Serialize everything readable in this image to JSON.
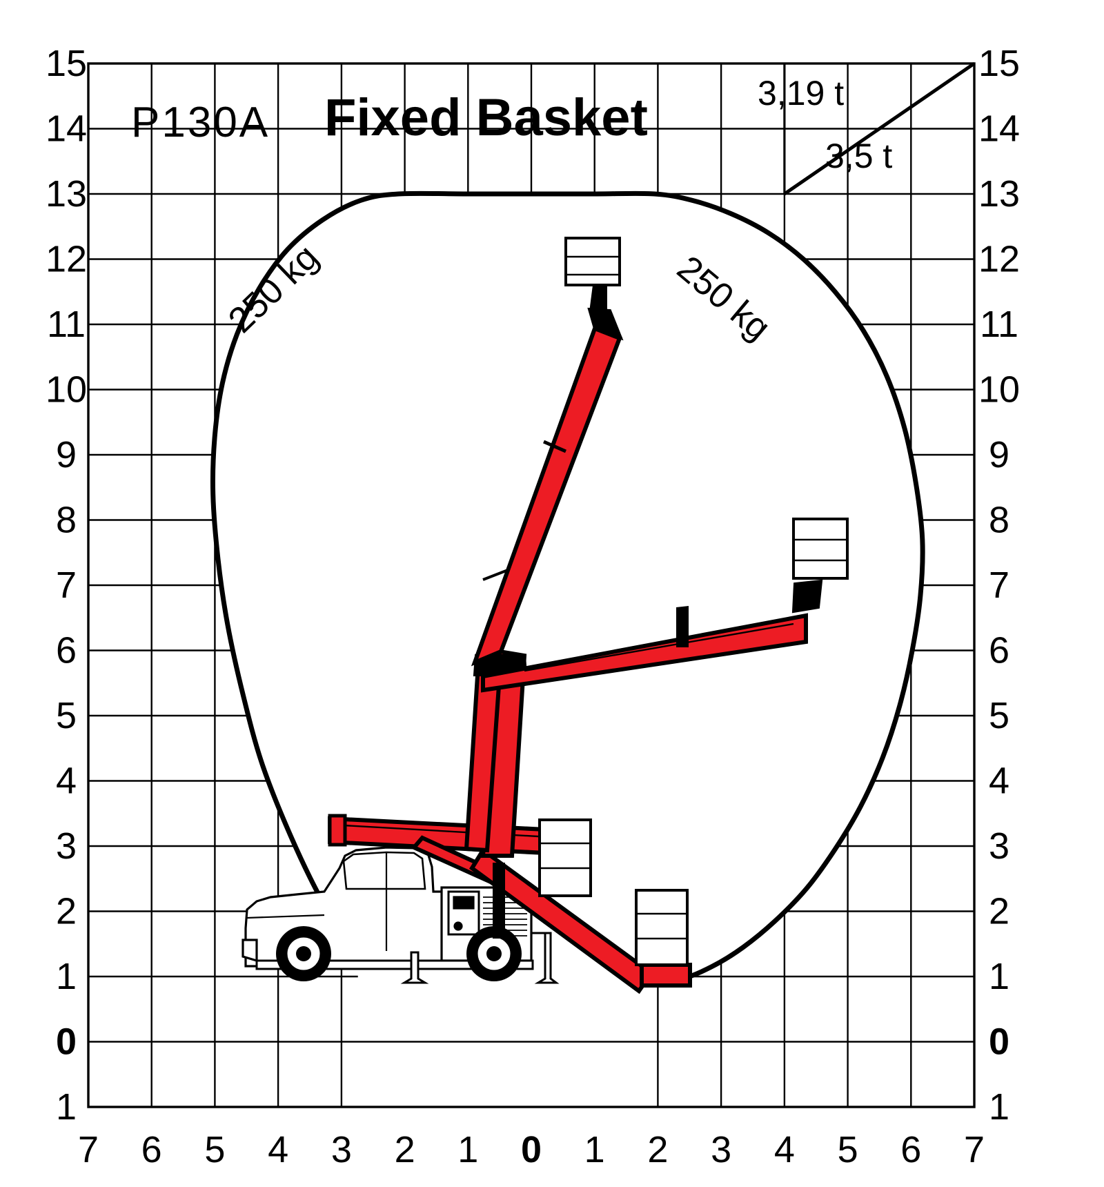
{
  "document": {
    "model_label": "P130A",
    "title": "Fixed Basket",
    "weight_upper": "3,19  t",
    "weight_lower": "3,5  t",
    "capacity_left": "250 kg",
    "capacity_right": "250 kg",
    "machine_color": "#ED1C24",
    "line_color": "#000000",
    "grid_color": "#000000",
    "background": "#FFFFFF"
  },
  "chart_data": {
    "type": "line",
    "title": "Fixed Basket",
    "subtitle": "P130A",
    "xlabel": "",
    "ylabel": "",
    "grid": true,
    "legend_position": "none",
    "xlim": [
      -7,
      7
    ],
    "ylim": [
      -1,
      15
    ],
    "x_tick_labels": [
      "7",
      "6",
      "5",
      "4",
      "3",
      "2",
      "1",
      "0",
      "1",
      "2",
      "3",
      "4",
      "5",
      "6",
      "7"
    ],
    "x_tick_values": [
      -7,
      -6,
      -5,
      -4,
      -3,
      -2,
      -1,
      0,
      1,
      2,
      3,
      4,
      5,
      6,
      7
    ],
    "y_tick_labels_left": [
      "15",
      "14",
      "13",
      "12",
      "11",
      "10",
      "9",
      "8",
      "7",
      "6",
      "5",
      "4",
      "3",
      "2",
      "1",
      "0",
      "1"
    ],
    "y_tick_labels_right": [
      "15",
      "14",
      "13",
      "12",
      "11",
      "10",
      "9",
      "8",
      "7",
      "6",
      "5",
      "4",
      "3",
      "2",
      "1",
      "0",
      "1"
    ],
    "y_tick_values": [
      15,
      14,
      13,
      12,
      11,
      10,
      9,
      8,
      7,
      6,
      5,
      4,
      3,
      2,
      1,
      0,
      -1
    ],
    "x_zero_label": "0",
    "y_zero_label": "0",
    "annotations": [
      {
        "text": "P130A",
        "x": -5.3,
        "y": 14.1
      },
      {
        "text": "Fixed Basket",
        "x": -1.4,
        "y": 14.2
      },
      {
        "text": "3,19  t",
        "x": 4.5,
        "y": 14.5
      },
      {
        "text": "3,5  t",
        "x": 5.6,
        "y": 13.6
      },
      {
        "text": "250 kg",
        "x": -4.3,
        "y": 11.3
      },
      {
        "text": "250 kg",
        "x": 3.1,
        "y": 11.6
      }
    ],
    "series": [
      {
        "name": "250 kg working envelope",
        "closed": false,
        "color": "#000000",
        "points": [
          [
            -2.75,
            1.3
          ],
          [
            -3.3,
            2.15
          ],
          [
            -3.8,
            3.15
          ],
          [
            -4.25,
            4.25
          ],
          [
            -4.55,
            5.3
          ],
          [
            -4.8,
            6.4
          ],
          [
            -4.95,
            7.4
          ],
          [
            -5.03,
            8.4
          ],
          [
            -5.0,
            9.3
          ],
          [
            -4.88,
            10.1
          ],
          [
            -4.65,
            10.85
          ],
          [
            -4.3,
            11.55
          ],
          [
            -3.85,
            12.15
          ],
          [
            -3.3,
            12.6
          ],
          [
            -2.7,
            12.9
          ],
          [
            -2.1,
            13.0
          ],
          [
            -1.0,
            13.0
          ],
          [
            0.0,
            13.0
          ],
          [
            1.0,
            13.0
          ],
          [
            1.95,
            13.0
          ],
          [
            2.55,
            12.9
          ],
          [
            3.15,
            12.7
          ],
          [
            3.75,
            12.4
          ],
          [
            4.3,
            12.0
          ],
          [
            4.8,
            11.5
          ],
          [
            5.25,
            10.9
          ],
          [
            5.62,
            10.2
          ],
          [
            5.9,
            9.4
          ],
          [
            6.08,
            8.55
          ],
          [
            6.18,
            7.7
          ],
          [
            6.15,
            6.85
          ],
          [
            6.02,
            6.0
          ],
          [
            5.82,
            5.15
          ],
          [
            5.55,
            4.35
          ],
          [
            5.2,
            3.6
          ],
          [
            4.8,
            2.95
          ],
          [
            4.35,
            2.35
          ],
          [
            3.85,
            1.85
          ],
          [
            3.35,
            1.45
          ],
          [
            2.85,
            1.15
          ],
          [
            2.35,
            0.95
          ],
          [
            1.9,
            0.88
          ]
        ]
      }
    ],
    "envelope_top_height_m": 13.0,
    "envelope_max_outreach_right_m": 6.2,
    "envelope_max_outreach_left_m": 5.03,
    "capacity_kg": 250
  }
}
